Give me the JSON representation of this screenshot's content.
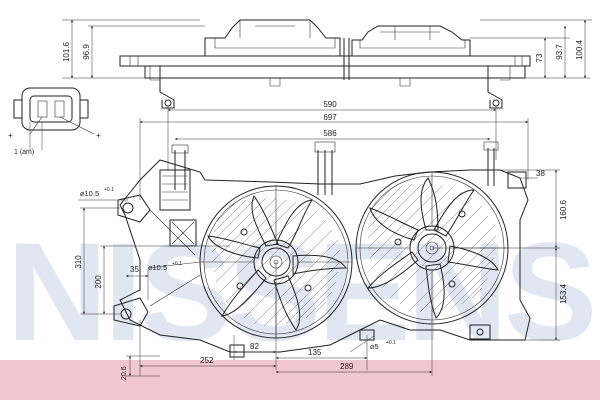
{
  "colors": {
    "line": "#222222",
    "watermark": "#c9d3ea",
    "bottom_band": "#f0c6cf"
  },
  "watermark": {
    "text": "NISSENS"
  },
  "dimensions": {
    "side_view": {
      "h_101_6": "101.6",
      "h_96_9": "96.9",
      "h_73": "73",
      "h_93_7": "93.7",
      "h_100_4": "100.4"
    },
    "top_widths": {
      "w_590": "590",
      "w_697": "697",
      "w_586": "586"
    },
    "left": {
      "hole_top": "⌀10.5",
      "hole_top_tol": "+0.1",
      "h_310": "310",
      "h_200": "200",
      "w_35": "35",
      "hole_mid": "⌀10.5",
      "hole_mid_tol": "+0.1"
    },
    "right": {
      "d_38": "38",
      "h_160_6": "160.6",
      "h_153_4": "153.4"
    },
    "bottom": {
      "w_82": "82",
      "w_135": "135",
      "w_252": "252",
      "hole_bot": "⌀5",
      "hole_bot_tol": "+0.1",
      "w_289": "289",
      "h_20_6": "20.6"
    }
  },
  "connector": {
    "pin_left": "+",
    "pin_right": "+",
    "label": "1 (am)"
  }
}
